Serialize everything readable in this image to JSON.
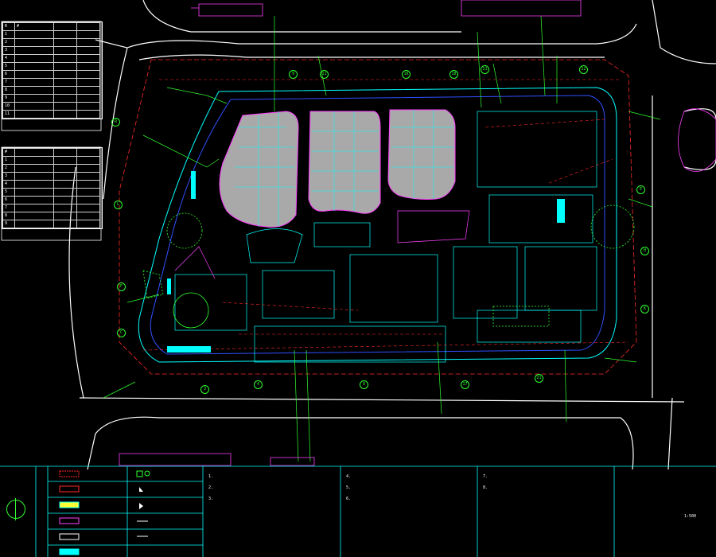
{
  "colors": {
    "road": "#ffffff",
    "building_fill": "#a9a9a9",
    "cyan": "#00ffff",
    "green": "#30ff30",
    "red": "#ff2a2a",
    "magenta": "#ff40ff",
    "yellow": "#ffff33",
    "blue": "#3050ff"
  },
  "table1": {
    "rows": [
      [
        "R",
        "#",
        "",
        ""
      ],
      [
        "1",
        "",
        "",
        ""
      ],
      [
        "2",
        "",
        "",
        ""
      ],
      [
        "3",
        "",
        "",
        ""
      ],
      [
        "4",
        "",
        "",
        ""
      ],
      [
        "5",
        "",
        "",
        ""
      ],
      [
        "6",
        "",
        "",
        ""
      ],
      [
        "7",
        "",
        "",
        ""
      ],
      [
        "8",
        "",
        "",
        ""
      ],
      [
        "9",
        "",
        "",
        ""
      ],
      [
        "10",
        "",
        "",
        ""
      ],
      [
        "11",
        "",
        "",
        ""
      ]
    ]
  },
  "table2": {
    "rows": [
      [
        "#",
        "",
        "",
        ""
      ],
      [
        "1",
        "",
        "",
        ""
      ],
      [
        "2",
        "",
        "",
        ""
      ],
      [
        "3",
        "",
        "",
        ""
      ],
      [
        "4",
        "",
        "",
        ""
      ],
      [
        "5",
        "",
        "",
        ""
      ],
      [
        "6",
        "",
        "",
        ""
      ],
      [
        "7",
        "",
        "",
        ""
      ],
      [
        "8",
        "",
        "",
        ""
      ],
      [
        "9",
        "",
        "",
        ""
      ]
    ]
  },
  "axis_bubbles": [
    "9",
    "11",
    "16",
    "18",
    "21",
    "22",
    "R",
    "L",
    "F",
    "C",
    "3",
    "4",
    "8",
    "17",
    "21",
    "E",
    "H",
    "K"
  ],
  "legend": {
    "col_a": [
      "",
      "",
      "",
      "",
      ""
    ],
    "col_b": [
      "",
      "",
      "",
      "",
      ""
    ]
  },
  "notes": [
    "1.",
    "2.",
    "3.",
    "4.",
    "5.",
    "6.",
    "7.",
    "8."
  ],
  "drawing_name": "",
  "scale": "1:500"
}
